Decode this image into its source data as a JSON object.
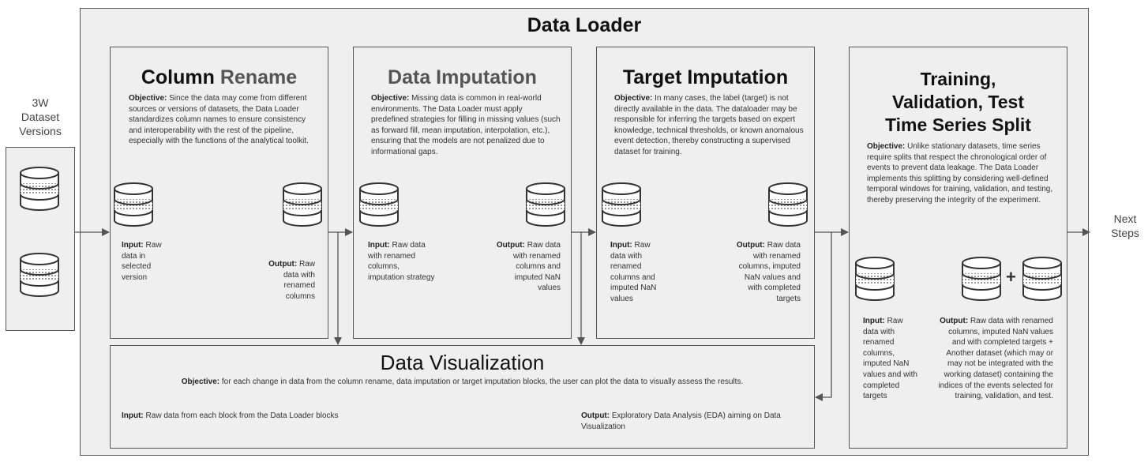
{
  "main": {
    "title": "Data Loader"
  },
  "left": {
    "label_lines": [
      "3W",
      "Dataset",
      "Versions"
    ]
  },
  "right": {
    "label_lines": [
      "Next",
      "Steps"
    ]
  },
  "column_rename": {
    "title_a": "Column",
    "title_b": "Rename",
    "objective_label": "Objective:",
    "objective": "Since the data may come from different sources or versions of datasets, the Data Loader standardizes column names to ensure consistency and interoperability with the rest of the pipeline, especially with the functions of the analytical toolkit.",
    "input_label": "Input:",
    "input": "Raw data in selected version",
    "output_label": "Output:",
    "output": "Raw data with renamed columns"
  },
  "data_imputation": {
    "title": "Data Imputation",
    "objective_label": "Objective:",
    "objective": "Missing data is common in real-world environments. The Data Loader must apply predefined strategies for filling in missing values (such as forward fill, mean imputation, interpolation, etc.), ensuring that the models are not penalized due to informational gaps.",
    "input_label": "Input:",
    "input": "Raw data with renamed columns, imputation strategy",
    "output_label": "Output:",
    "output": "Raw data with renamed columns and imputed NaN values"
  },
  "target_imputation": {
    "title": "Target Imputation",
    "objective_label": "Objective:",
    "objective": "In many cases, the label (target) is not directly available in the data. The dataloader may be responsible for inferring the targets based on expert knowledge, technical thresholds, or known anomalous event detection, thereby constructing a supervised dataset for training.",
    "input_label": "Input:",
    "input": "Raw data with renamed columns and imputed NaN values",
    "output_label": "Output:",
    "output": "Raw data with renamed columns, imputed NaN values and with completed targets"
  },
  "split": {
    "title_lines": [
      "Training,",
      "Validation, Test",
      "Time Series Split"
    ],
    "objective_label": "Objective:",
    "objective": "Unlike stationary datasets, time series require splits that respect the chronological order of events to prevent data leakage. The Data Loader implements this splitting by considering well-defined temporal windows for training, validation, and testing, thereby preserving the integrity of the experiment.",
    "input_label": "Input:",
    "input": "Raw data with renamed columns, imputed NaN values and with completed targets",
    "plus": "+",
    "output_label": "Output:",
    "output": "Raw data with renamed columns, imputed NaN values and with completed targets + Another dataset (which may or may not be integrated with the working dataset) containing the indices of the events selected for training, validation, and test."
  },
  "visualization": {
    "title": "Data Visualization",
    "objective_label": "Objective:",
    "objective": "for each change in data from the column rename, data imputation or target imputation blocks, the user can plot the data to visually assess the results.",
    "input_label": "Input:",
    "input": "Raw data from each block from the Data Loader blocks",
    "output_label": "Output:",
    "output": "Exploratory Data Analysis (EDA) aiming on Data Visualization"
  },
  "icons": [
    "database-icon"
  ],
  "colors": {
    "box_fill": "#efefef",
    "border": "#555555",
    "stripe": "#dcdcdc"
  }
}
